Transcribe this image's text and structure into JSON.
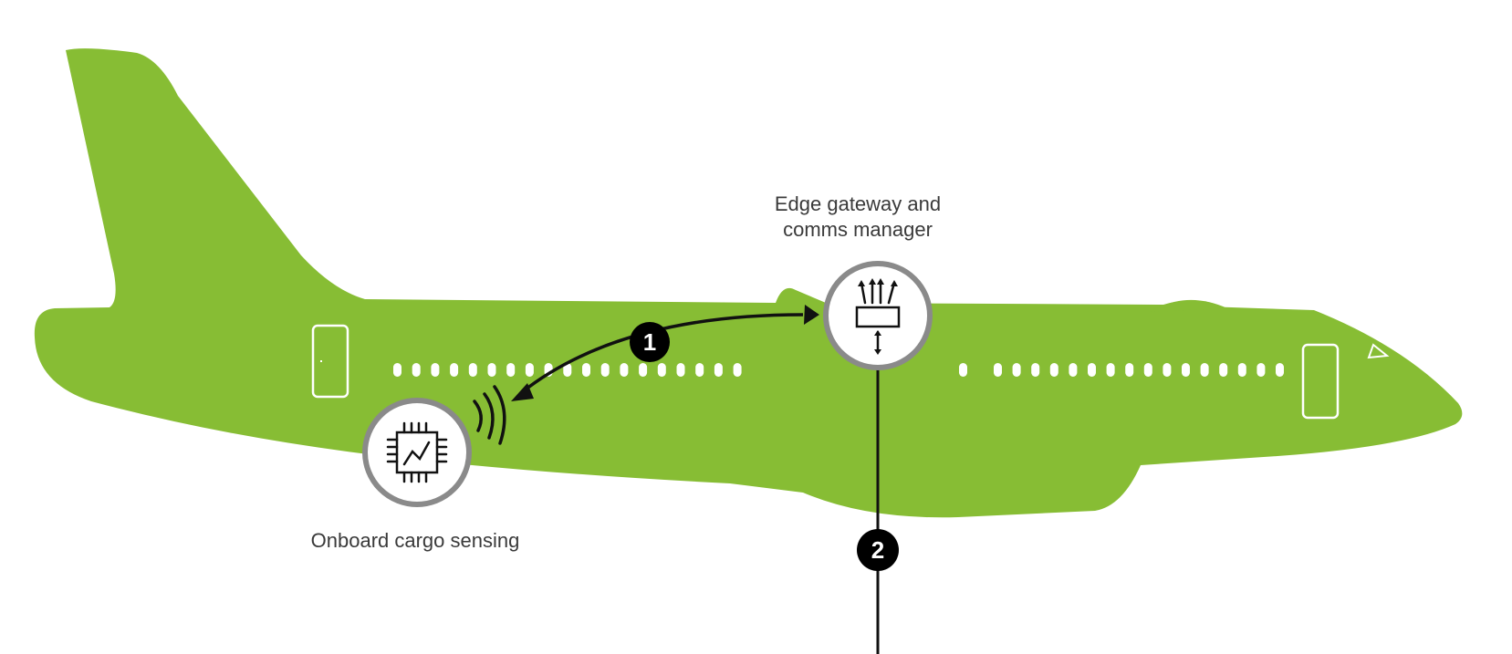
{
  "diagram": {
    "nodes": {
      "gateway": {
        "label_line1": "Edge gateway and",
        "label_line2": "comms manager",
        "icon": "gateway-router-icon"
      },
      "cargo": {
        "label": "Onboard cargo sensing",
        "icon": "sensor-chip-icon"
      }
    },
    "steps": [
      {
        "number": "1"
      },
      {
        "number": "2"
      }
    ]
  },
  "colors": {
    "aircraft": "#87bd34",
    "window": "#ffffff",
    "node_ring": "#8a8a8a",
    "node_fill": "#ffffff",
    "connector": "#111111",
    "step_badge": "#000000",
    "text": "#3a3a3a"
  }
}
